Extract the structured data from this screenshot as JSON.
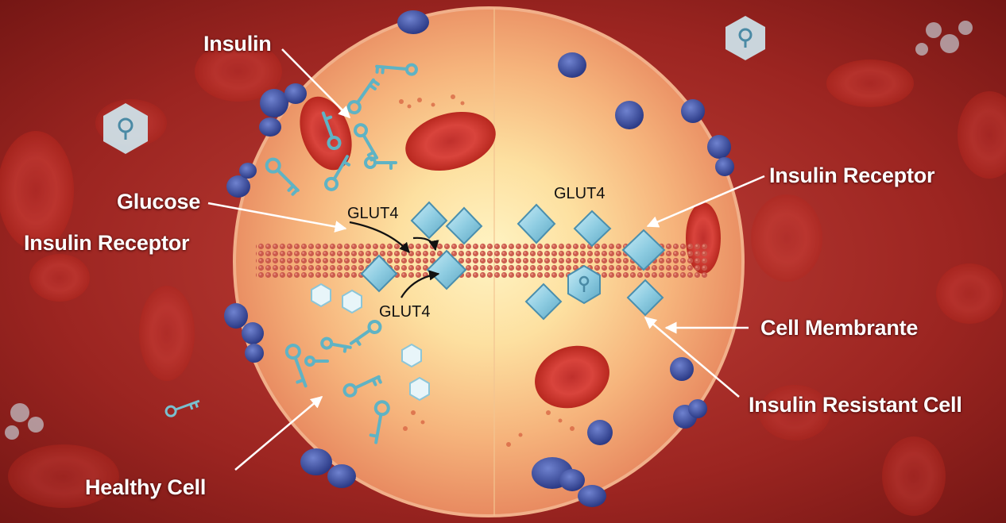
{
  "labels": {
    "insulin": "Insulin",
    "glucose": "Glucose",
    "insulin_receptor_left": "Insulin Receptor",
    "insulin_receptor_right": "Insulin Receptor",
    "glut4_top_left": "GLUT4",
    "glut4_bottom_left": "GLUT4",
    "glut4_right": "GLUT4",
    "cell_membrane": "Cell Membrante",
    "insulin_resistant_cell": "Insulin Resistant Cell",
    "healthy_cell": "Healthy Cell"
  },
  "colors": {
    "background": "#8e1d1a",
    "cell_core": "#fde9a8",
    "cell_edge": "#e98a5c",
    "membrane": "#c25a4a",
    "receptor": "#7fc3d9",
    "key": "#5fb3c4",
    "blob": "#3a4f9e",
    "label_text": "#ffffff"
  }
}
